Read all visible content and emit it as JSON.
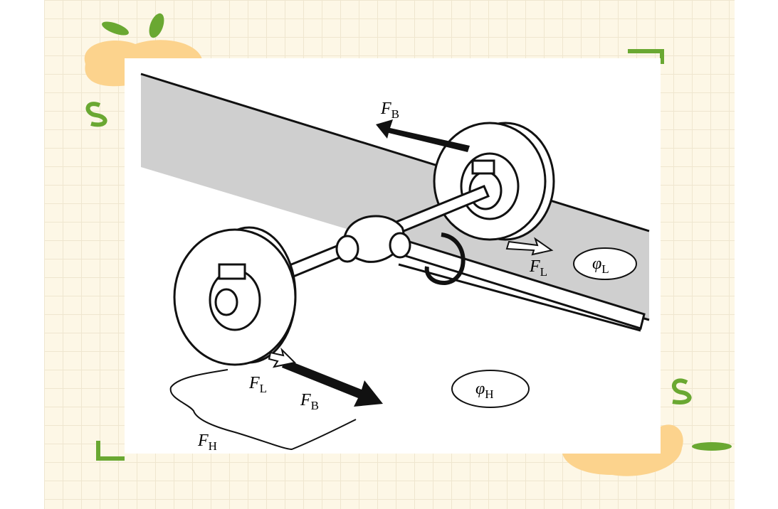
{
  "labels": {
    "force_braking_top": {
      "main": "F",
      "sub": "B"
    },
    "force_lateral_right": {
      "main": "F",
      "sub": "L"
    },
    "angle_left": {
      "main": "φ",
      "sub": "L"
    },
    "angle_right": {
      "main": "φ",
      "sub": "H"
    },
    "force_lateral_left": {
      "main": "F",
      "sub": "L"
    },
    "force_braking_bottom": {
      "main": "F",
      "sub": "B"
    },
    "force_rear": {
      "main": "F",
      "sub": "H"
    }
  },
  "colors": {
    "paper": "#fdf7e6",
    "road": "#cfcfcf",
    "leaf": "#6aa832",
    "blob": "#fcd38d"
  }
}
